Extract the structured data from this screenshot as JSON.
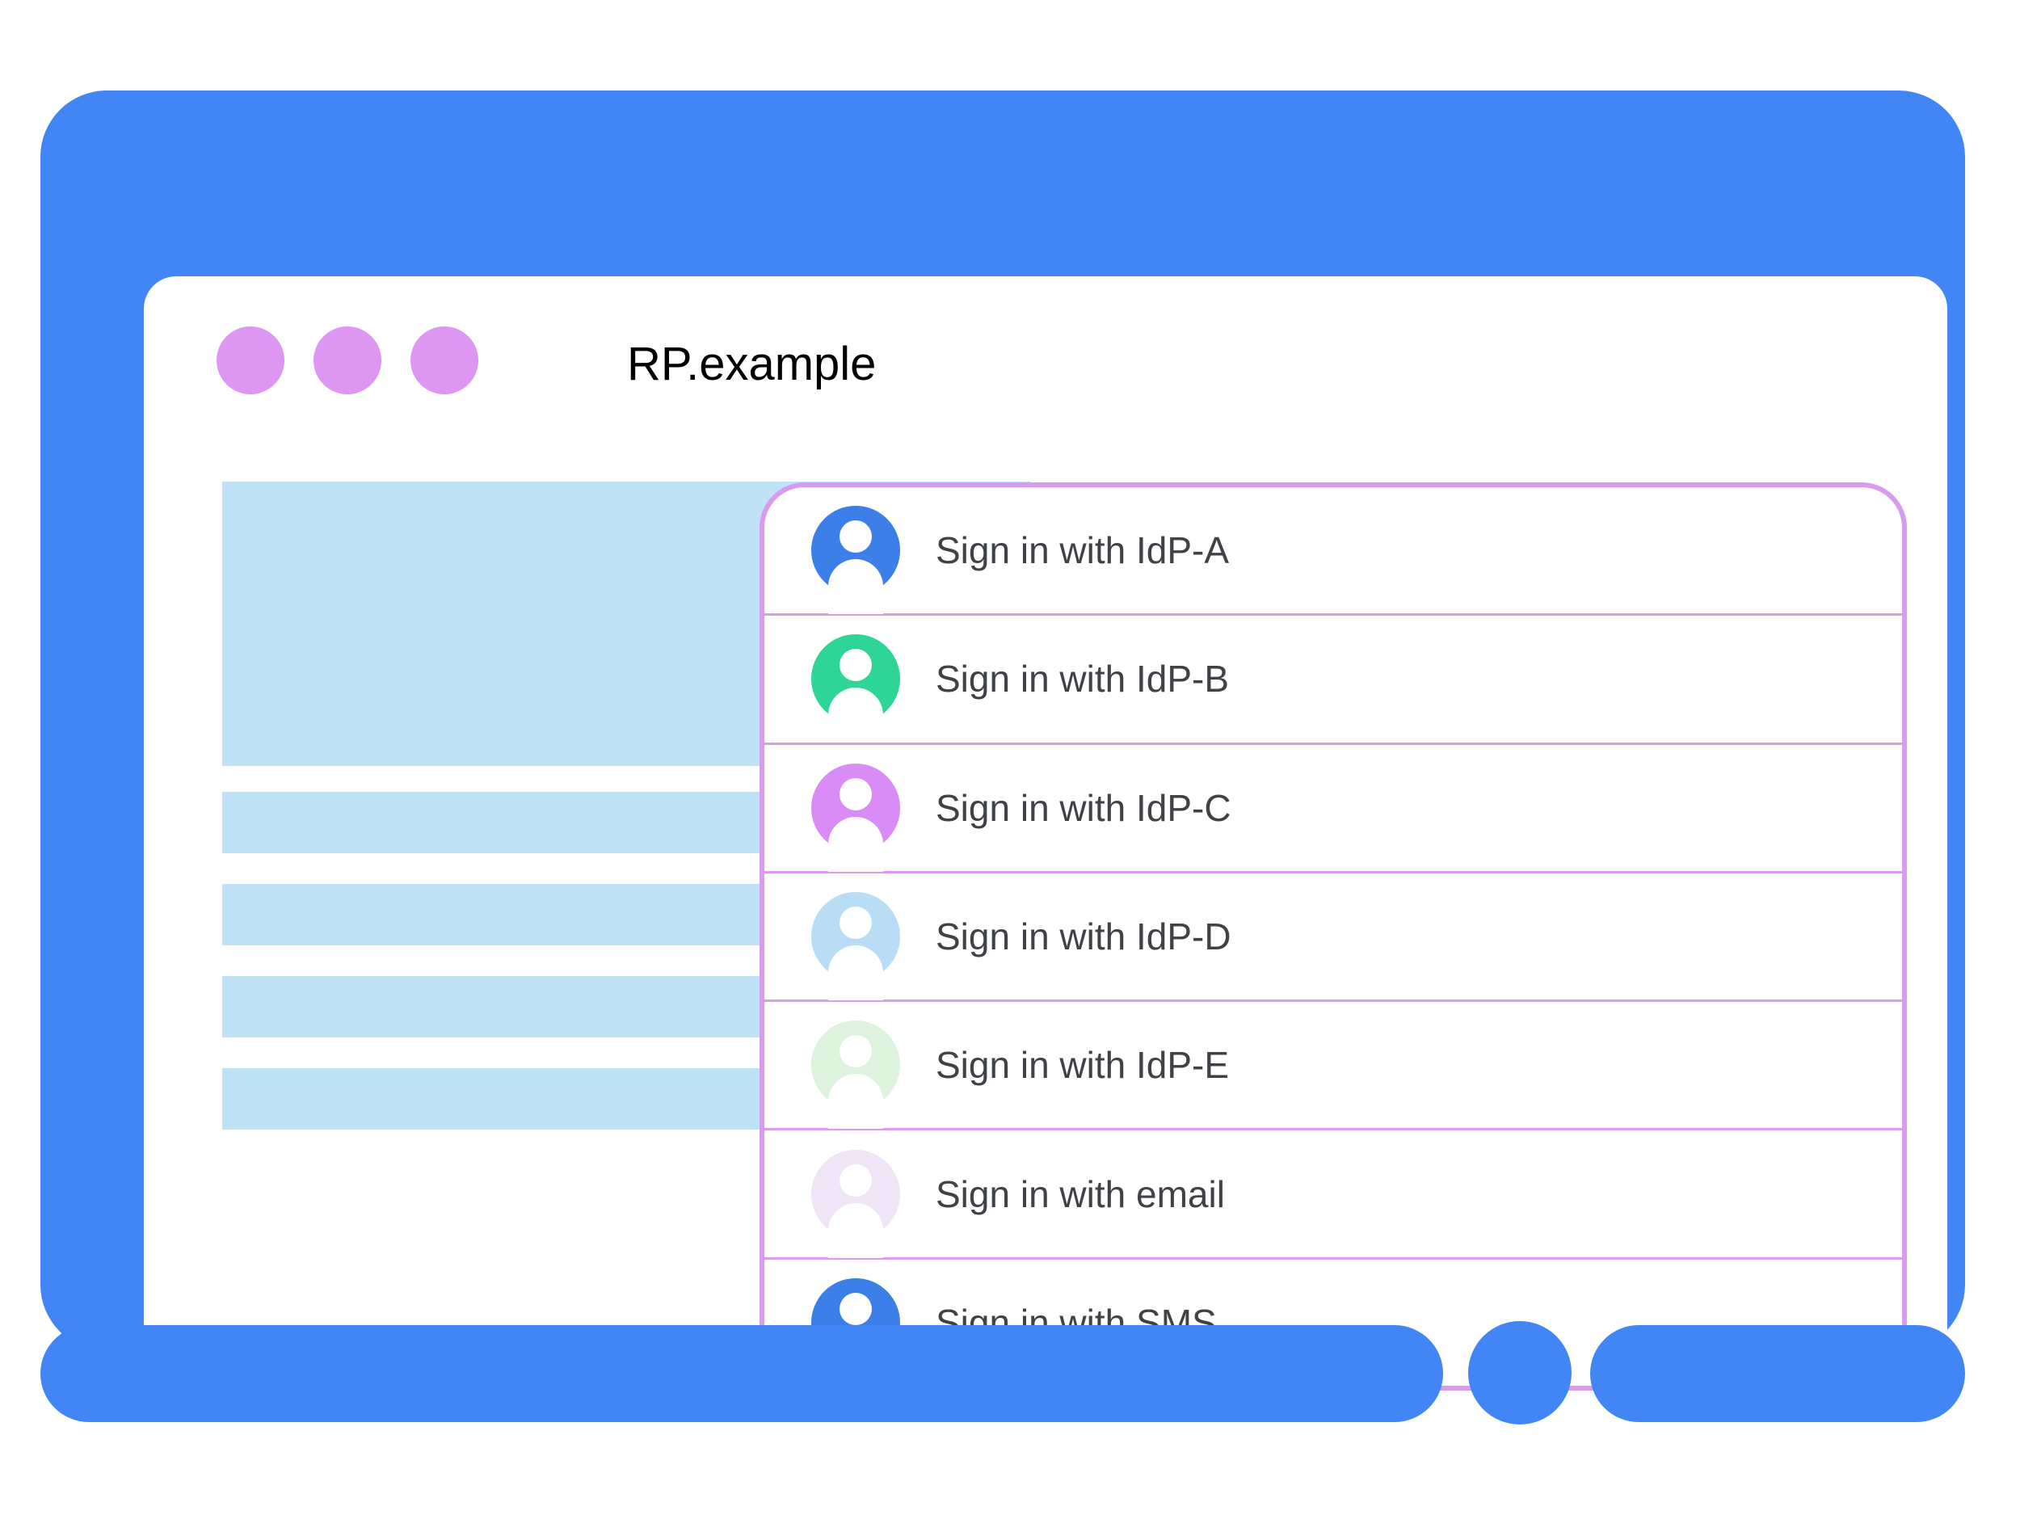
{
  "device": {
    "frame_color": "#4285f4",
    "screen_color": "#ffffff"
  },
  "window": {
    "title": "RP.example",
    "dot_color": "#dd97f2",
    "dots": [
      "window-dot-1",
      "window-dot-2",
      "window-dot-3"
    ]
  },
  "content": {
    "placeholder_color": "#c0e2f7",
    "blocks": [
      {
        "name": "hero-placeholder",
        "kind": "hero"
      },
      {
        "name": "text-line-placeholder-1",
        "kind": "bar"
      },
      {
        "name": "text-line-placeholder-2",
        "kind": "bar"
      },
      {
        "name": "text-line-placeholder-3",
        "kind": "bar"
      },
      {
        "name": "text-line-placeholder-4",
        "kind": "bar"
      }
    ]
  },
  "chooser": {
    "border_color": "#d99bee",
    "divider_color": "#dd9bee",
    "label_color": "#3f4246",
    "accounts": [
      {
        "label": "Sign in with IdP-A",
        "avatar_color": "#3d7fe8",
        "avatar_name": "avatar-idp-a"
      },
      {
        "label": "Sign in with IdP-B",
        "avatar_color": "#2ed596",
        "avatar_name": "avatar-idp-b"
      },
      {
        "label": "Sign in with IdP-C",
        "avatar_color": "#d98cf5",
        "avatar_name": "avatar-idp-c"
      },
      {
        "label": "Sign in with IdP-D",
        "avatar_color": "#b9ddf5",
        "avatar_name": "avatar-idp-d"
      },
      {
        "label": "Sign in with IdP-E",
        "avatar_color": "#ddf3dd",
        "avatar_name": "avatar-idp-e"
      },
      {
        "label": "Sign in with email",
        "avatar_color": "#f0e4f7",
        "avatar_name": "avatar-email"
      },
      {
        "label": "Sign in with SMS",
        "avatar_color": "#3d7fe8",
        "avatar_name": "avatar-sms"
      }
    ]
  }
}
